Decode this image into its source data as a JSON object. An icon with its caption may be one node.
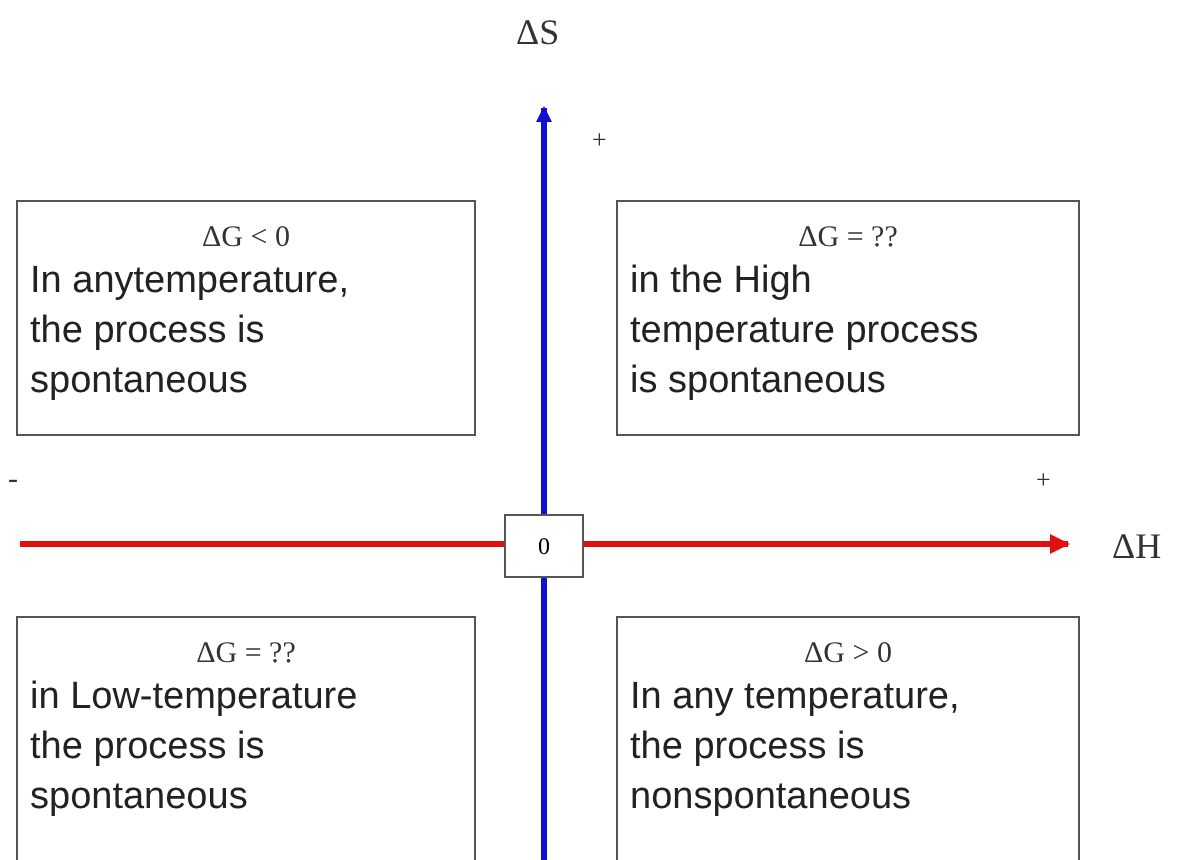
{
  "diagram": {
    "nodes": [
      {
        "text": [
          "ΔG < 0",
          "In anytemperature, the process is spontaneous"
        ]
      },
      {
        "text": [
          "ΔG = ??",
          "in the High temperature process is spontaneous"
        ]
      },
      {
        "text": [
          "0"
        ]
      },
      {
        "text": [
          "ΔG = ??",
          "in Low-temperature the process is spontaneous"
        ]
      },
      {
        "text": [
          "ΔG > 0",
          "In any temperature, the process is nonspontaneous"
        ]
      }
    ],
    "labels": [
      "ΔS",
      "+",
      "-",
      "+",
      "ΔH"
    ]
  }
}
